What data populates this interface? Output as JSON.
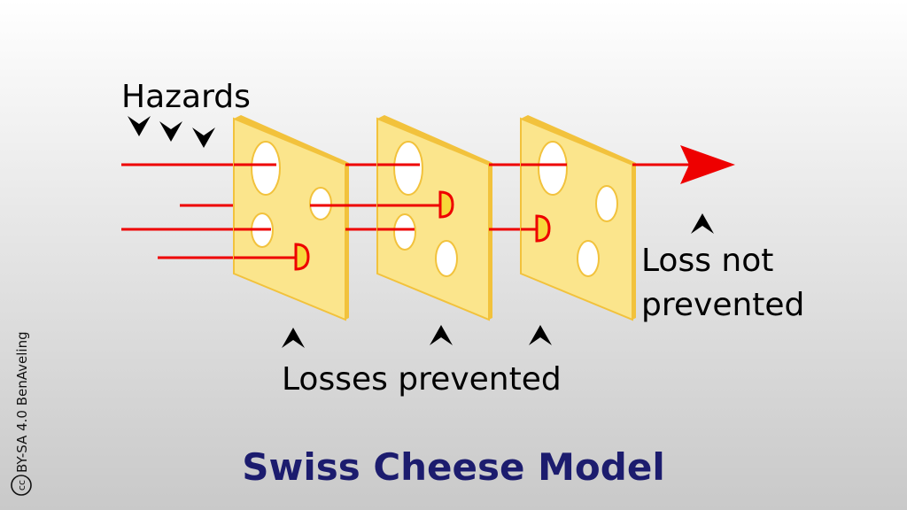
{
  "diagram": {
    "hazards_label": "Hazards",
    "losses_prevented_label": "Losses prevented",
    "loss_not_prevented_line1": "Loss not",
    "loss_not_prevented_line2": "prevented",
    "title": "Swiss Cheese Model",
    "license": "BY-SA 4.0 BenAveling",
    "license_icon_text": "cc"
  },
  "colors": {
    "cheese_face": "#fbe58c",
    "cheese_edge": "#f2c23c",
    "line": "#ee0000",
    "stop_cap": "#f7d73a",
    "title": "#1c1c6e"
  },
  "icons": {
    "hazard_marker": "chevron-down-icon",
    "loss_marker": "chevron-up-icon",
    "arrowhead": "arrowhead-icon",
    "license_icon": "creative-commons-icon"
  }
}
